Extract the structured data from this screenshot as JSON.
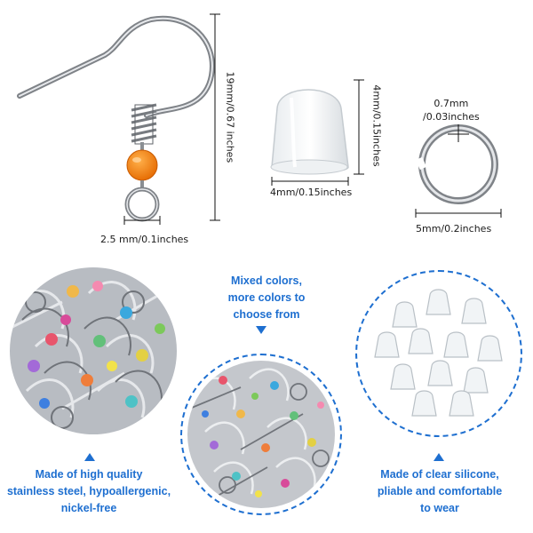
{
  "colors": {
    "accent": "#1e6fd0",
    "steel": "#9a9da3",
    "bead_orange": "#f07a12"
  },
  "dimensions": {
    "hook_height": "19mm/0.67 inches",
    "hook_loop": "2.5 mm/0.1inches",
    "stopper_height": "4mm/0.15inches",
    "stopper_width": "4mm/0.15inches",
    "ring_wire": "0.7mm\n/0.03inches",
    "ring_diameter": "5mm/0.2inches"
  },
  "captions": {
    "left": "Made of high quality\nstainless steel, hypoallergenic,\nnickel-free",
    "middle": "Mixed colors,\nmore colors to\nchoose from",
    "right": "Made of clear silicone,\npliable and comfortable\nto wear"
  },
  "icons": [
    "arrow-up-icon",
    "arrow-down-icon"
  ]
}
